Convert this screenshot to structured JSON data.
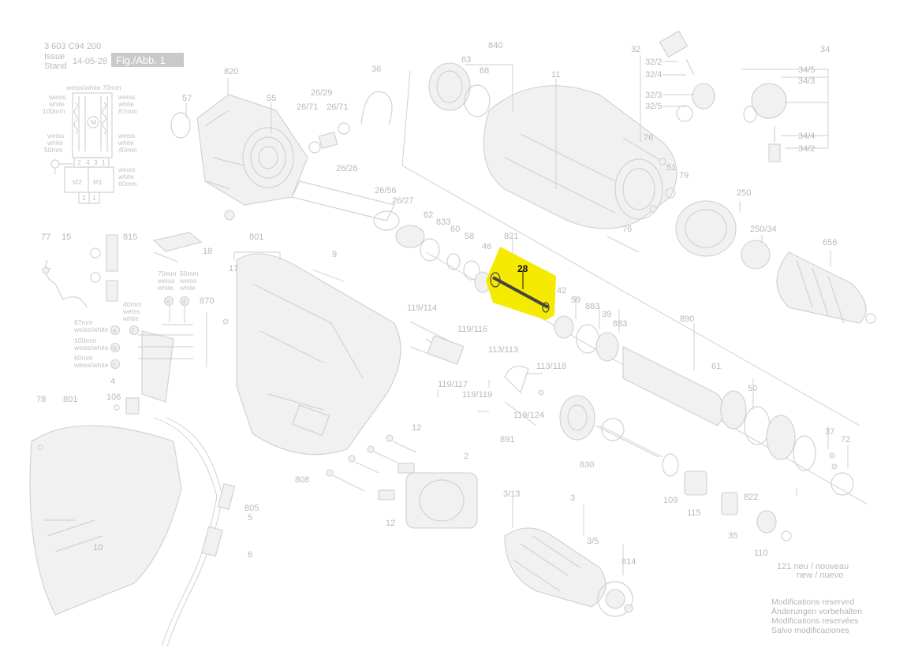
{
  "header": {
    "doc_number": "3 603 C94 200",
    "issue_label": "Issue",
    "stand_label": "Stand",
    "issue_date": "14-05-28",
    "fig_label": "Fig./Abb. 1"
  },
  "highlight": {
    "part": "28",
    "color": "#f5ea00"
  },
  "wiring": {
    "top": "weiss/white 70mm",
    "l1a": "weiss",
    "l1b": "white",
    "l1c": "100mm",
    "r1a": "weiss",
    "r1b": "white",
    "r1c": "87mm",
    "l2a": "weiss",
    "l2b": "white",
    "l2c": "50mm",
    "r2a": "weiss",
    "r2b": "white",
    "r2c": "40mm",
    "r3a": "weiss",
    "r3b": "white",
    "r3c": "60mm",
    "t_a": "2",
    "t_b": "4",
    "t_c": "3",
    "t_d": "1",
    "m2": "M2",
    "m1": "M1",
    "b_a": "2",
    "b_b": "1"
  },
  "switch_wires": {
    "w70a": "70mm",
    "w70b": "weiss",
    "w70c": "white",
    "w50a": "50mm",
    "w50b": "weiss",
    "w50c": "white",
    "w40a": "40mm",
    "w40b": "weiss",
    "w40c": "white",
    "w87a": "87mm",
    "w87b": "weiss/white",
    "w100a": "100mm",
    "w100b": "weiss/white",
    "w60a": "60mm",
    "w60b": "weiss/white"
  },
  "circle_letters": {
    "a": "a",
    "b": "b",
    "c": "c",
    "d": "d",
    "e": "e",
    "f": "f"
  },
  "labels": {
    "p840": "840",
    "p63": "63",
    "p68": "68",
    "p11": "11",
    "p32": "32",
    "p32_2": "32/2",
    "p32_4": "32/4",
    "p32_3": "32/3",
    "p32_5": "32/5",
    "p34": "34",
    "p34_5": "34/5",
    "p34_3": "34/3",
    "p34_4": "34/4",
    "p34_2": "34/2",
    "p820": "820",
    "p57": "57",
    "p55": "55",
    "p36": "36",
    "p26_29": "26/29",
    "p26_71a": "26/71",
    "p26_71b": "26/71",
    "p76a": "76",
    "p51": "51",
    "p79": "79",
    "p250": "250",
    "p250_34": "250/34",
    "p656": "656",
    "p26_26": "26/26",
    "p26_56": "26/56",
    "p26_27": "26/27",
    "p76b": "76",
    "p62": "62",
    "p833": "833",
    "p60": "60",
    "p58": "58",
    "p46": "46",
    "p821": "821",
    "p42": "42",
    "p59": "59",
    "p883a": "883",
    "p39": "39",
    "p883b": "883",
    "p890": "890",
    "p77": "77",
    "p15": "15",
    "p815": "815",
    "p18": "18",
    "p801a": "801",
    "p9": "9",
    "p17": "17",
    "p870": "870",
    "p119_114": "119/114",
    "p119_116": "119/116",
    "p113_113": "113/113",
    "p113_118": "113/118",
    "p119_117": "119/117",
    "p119_119": "119/119",
    "p119_124": "119/124",
    "p891": "891",
    "p61": "61",
    "p50": "50",
    "p37": "37",
    "p72": "72",
    "p4": "4",
    "p106": "106",
    "p78": "78",
    "p801b": "801",
    "p12a": "12",
    "p12b": "12",
    "p2": "2",
    "p808": "808",
    "p830": "830",
    "p109": "109",
    "p115": "115",
    "p822": "822",
    "p805": "805",
    "p5": "5",
    "p6": "6",
    "p10": "10",
    "p3_13": "3/13",
    "p3": "3",
    "p3_5": "3/5",
    "p814": "814",
    "p35": "35",
    "p110": "110",
    "p121": "121 neu / nouveau",
    "p121b": "new / nuevo"
  },
  "footer": {
    "line1": "Modifications reserved",
    "line2": "Änderungen vorbehalten",
    "line3": "Modifications reservées",
    "line4": "Salvo modificaciones"
  }
}
